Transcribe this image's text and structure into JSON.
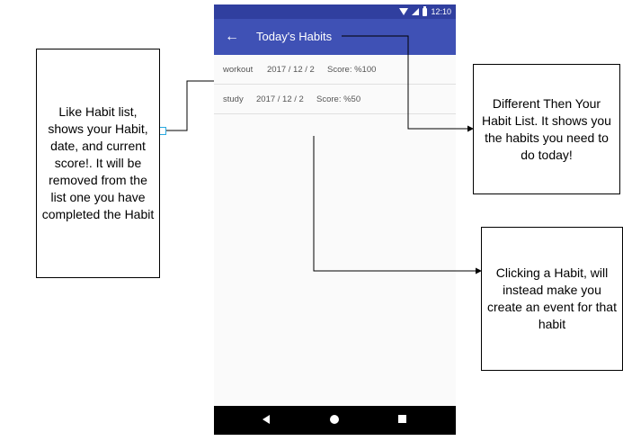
{
  "status_bar": {
    "time": "12:10"
  },
  "app_bar": {
    "back_icon": "←",
    "title": "Today's Habits"
  },
  "habits": [
    {
      "name": "workout",
      "date": "2017 / 12 / 2",
      "score": "Score: %100"
    },
    {
      "name": "study",
      "date": "2017 / 12 / 2",
      "score": "Score: %50"
    }
  ],
  "annotations": {
    "left": "Like Habit list, shows your Habit, date, and current score!. It will be removed from the list one you have completed the Habit",
    "right_top": "Different Then Your Habit List. It shows you the habits you need to do today!",
    "right_bottom": "Clicking a Habit, will instead make you create an event for that habit"
  },
  "colors": {
    "primary": "#3F51B5",
    "primary_dark": "#303F9F"
  },
  "icons": [
    "wifi-icon",
    "signal-icon",
    "battery-icon",
    "back-arrow-icon",
    "nav-back-icon",
    "nav-home-icon",
    "nav-recent-icon"
  ]
}
